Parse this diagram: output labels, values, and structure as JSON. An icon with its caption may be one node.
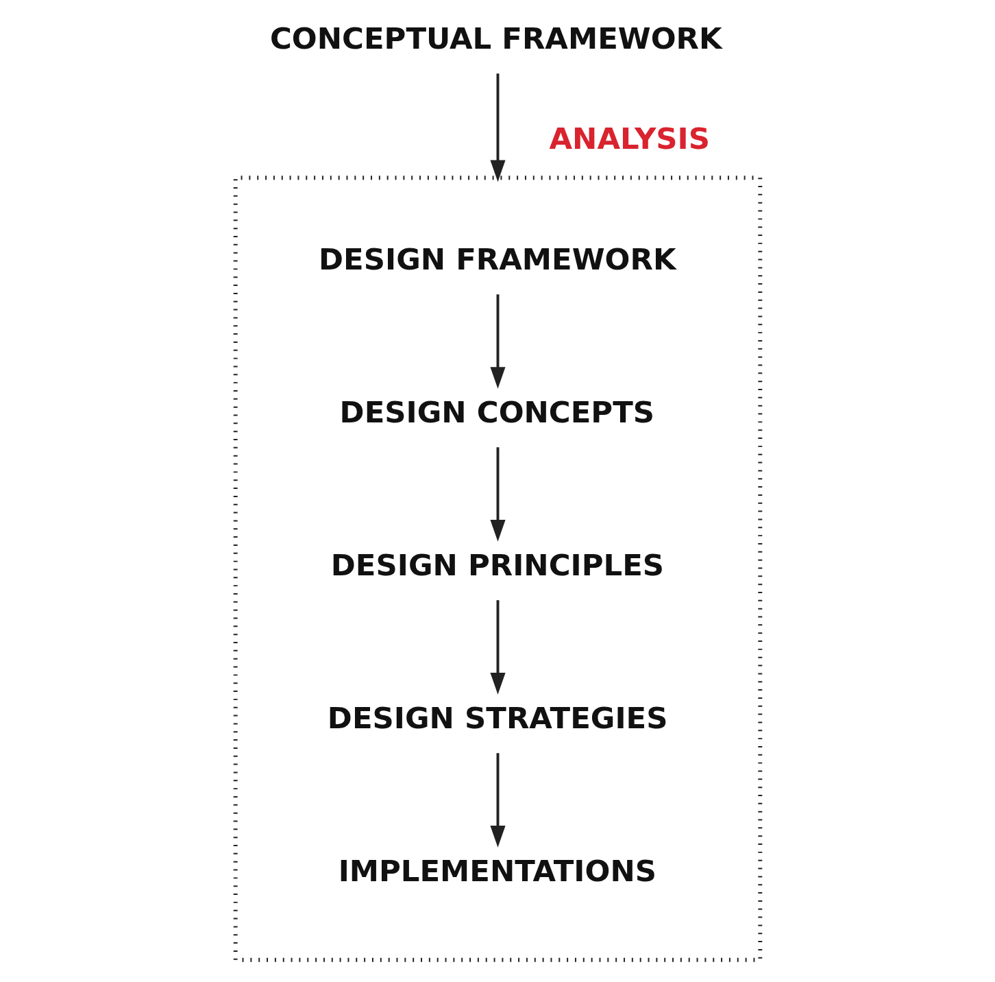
{
  "diagram": {
    "nodes": [
      {
        "text": [
          "CONCEPTUAL FRAMEWORK"
        ]
      },
      {
        "text": [],
        "shape": "box"
      },
      {
        "text": [
          "DESIGN FRAMEWORK"
        ],
        "in": 1
      },
      {
        "text": [
          "DESIGN CONCEPTS"
        ],
        "in": 1
      },
      {
        "text": [
          "DESIGN PRINCIPLES"
        ],
        "in": 1
      },
      {
        "text": [
          "DESIGN STRATEGIES"
        ],
        "in": 1
      },
      {
        "text": [
          "IMPLEMENTATIONS"
        ],
        "in": 1
      }
    ],
    "edges": [
      {
        "from": 0,
        "to": 1,
        "arrow": "to",
        "label": "ANALYSIS"
      },
      {
        "from": 2,
        "to": 3,
        "arrow": "to"
      },
      {
        "from": 3,
        "to": 4,
        "arrow": "to"
      },
      {
        "from": 4,
        "to": 5,
        "arrow": "to"
      },
      {
        "from": 5,
        "to": 6,
        "arrow": "to"
      }
    ]
  }
}
